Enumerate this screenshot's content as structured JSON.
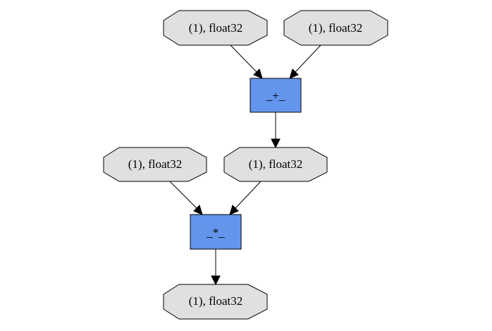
{
  "graph": {
    "nodes": [
      {
        "id": "tensor-input-a",
        "kind": "tensor",
        "label": "(1), float32"
      },
      {
        "id": "tensor-input-b",
        "kind": "tensor",
        "label": "(1), float32"
      },
      {
        "id": "op-add",
        "kind": "op",
        "label": "_+_"
      },
      {
        "id": "tensor-input-c",
        "kind": "tensor",
        "label": "(1), float32"
      },
      {
        "id": "tensor-add-output",
        "kind": "tensor",
        "label": "(1), float32"
      },
      {
        "id": "op-mul",
        "kind": "op",
        "label": "_*_"
      },
      {
        "id": "tensor-mul-output",
        "kind": "tensor",
        "label": "(1), float32"
      }
    ],
    "edges": [
      {
        "from": "tensor-input-a",
        "to": "op-add"
      },
      {
        "from": "tensor-input-b",
        "to": "op-add"
      },
      {
        "from": "op-add",
        "to": "tensor-add-output"
      },
      {
        "from": "tensor-input-c",
        "to": "op-mul"
      },
      {
        "from": "tensor-add-output",
        "to": "op-mul"
      },
      {
        "from": "op-mul",
        "to": "tensor-mul-output"
      }
    ],
    "colors": {
      "tensor_fill": "#e0e0e0",
      "op_fill": "#6495ed",
      "stroke": "#000000"
    }
  }
}
